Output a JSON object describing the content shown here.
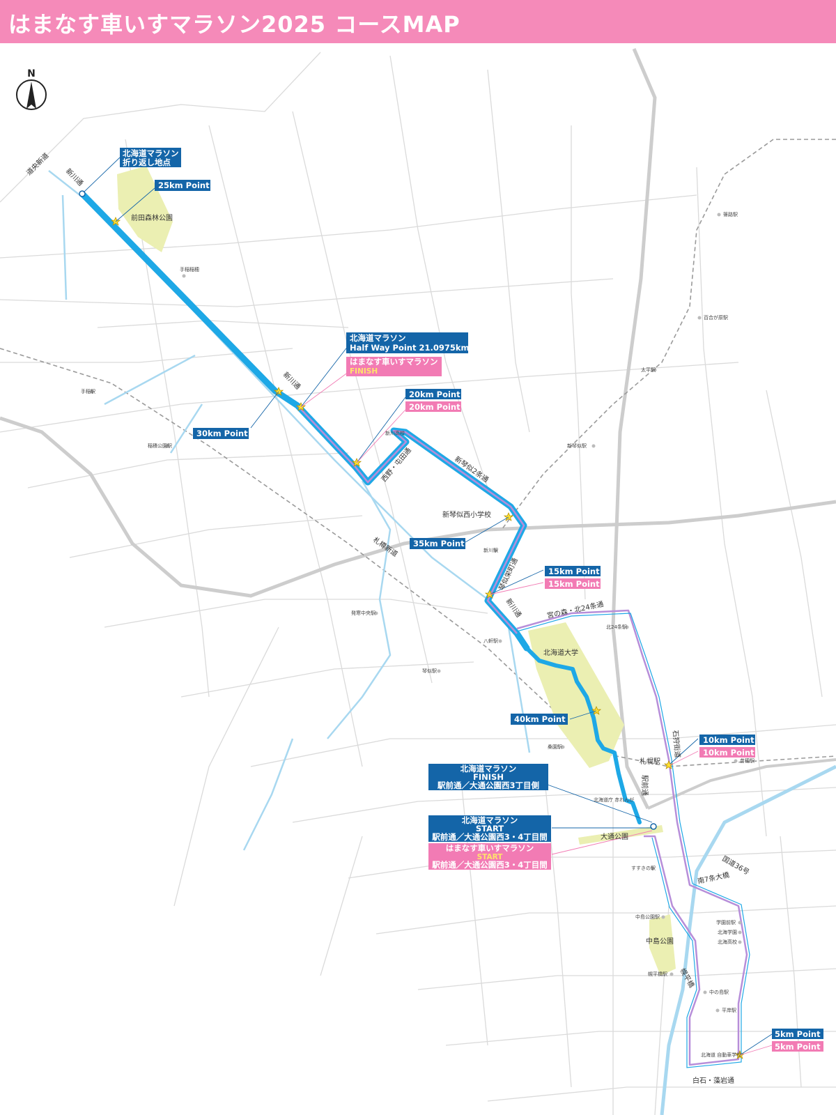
{
  "header": {
    "title": "はまなす車いすマラソン2025 コースMAP"
  },
  "compass": {
    "label": "N"
  },
  "colors": {
    "header": "#f58ab9",
    "hokkaido_course": "#1ea8e6",
    "hamanasu_course": "#b78ed9",
    "label_blue": "#1465a8",
    "label_pink": "#f27bb4",
    "park": "#ebefb2",
    "river": "#a8d8f0",
    "road": "#d8d8d8"
  },
  "labels": {
    "turnaround": [
      "北海道マラソン",
      "折り返し地点"
    ],
    "km25": "25km Point",
    "halfway": [
      "北海道マラソン",
      "Half Way Point 21.0975km"
    ],
    "hamanasu_finish": [
      "はまなす車いすマラソン",
      "FINISH"
    ],
    "km20_blue": "20km Point",
    "km20_pink": "20km Point",
    "km30": "30km Point",
    "km35": "35km Point",
    "km15_blue": "15km Point",
    "km15_pink": "15km Point",
    "km40": "40km Point",
    "km10_blue": "10km Point",
    "km10_pink": "10km Point",
    "marathon_finish": [
      "北海道マラソン",
      "FINISH",
      "駅前通／大通公園西3丁目側"
    ],
    "marathon_start": [
      "北海道マラソン",
      "START",
      "駅前通／大通公園西3・4丁目間"
    ],
    "hamanasu_start": [
      "はまなす車いすマラソン",
      "START",
      "駅前通／大通公園西3・4丁目間"
    ],
    "km5_blue": "5km Point",
    "km5_pink": "5km Point"
  },
  "roads": {
    "michioku": "道央新道",
    "shinkawa_top": "新川通",
    "shinkawa_mid": "新川通",
    "nishino": "西野・屯田通",
    "shinkotoni2": "新琴似2条通",
    "sapporo_shindo": "札樽新道",
    "kotoni_hassamu": "琴似栄町通",
    "shinkawa_low": "新川通",
    "miyanomori": "宮の森・北24条通",
    "ishikari": "石狩街道",
    "ekimae": "駅前通",
    "route36": "国道36号",
    "minami7": "南7条大橋",
    "horohira": "幌平橋",
    "shiroishi": "白石・藻岩通"
  },
  "places": {
    "maeda_park": "前田森林公園",
    "shinkawa_hs": "新川高校",
    "shinkotoni_es": "新琴似西小学校",
    "hokudai": "北海道大学",
    "sapporo_st": "札幌駅",
    "gov_office": "北海道庁 赤れんが",
    "odori": "大通公園",
    "nakajima": "中島公園",
    "jidosha": "北海道 自動車学校"
  },
  "stations": {
    "teine": "手稲駅",
    "teinekanai": "手稲稲穂",
    "inaho": "稲積公園駅",
    "shinkotoni": "新琴似駅",
    "shinkawa": "新川駅",
    "hassamu": "発寒中央駅",
    "hachiken": "八軒駅",
    "kotoni": "琴似駅",
    "kuwazono": "桑園駅",
    "kita24": "北24条駅",
    "shinoro": "篠路駅",
    "yurigahara": "百合が原駅",
    "taihei": "太平駅",
    "naebo": "苗穂駅",
    "susukino": "すすきの駅",
    "nakajimakoen": "中島公園駅",
    "horohirabashi": "幌平橋駅",
    "gakuenmae": "学園前駅",
    "hokkai_gakuen": "北海学園",
    "hokkai_hs": "北海高校",
    "nakanoshima": "中の島駅",
    "hiragishi": "平岸駅"
  }
}
